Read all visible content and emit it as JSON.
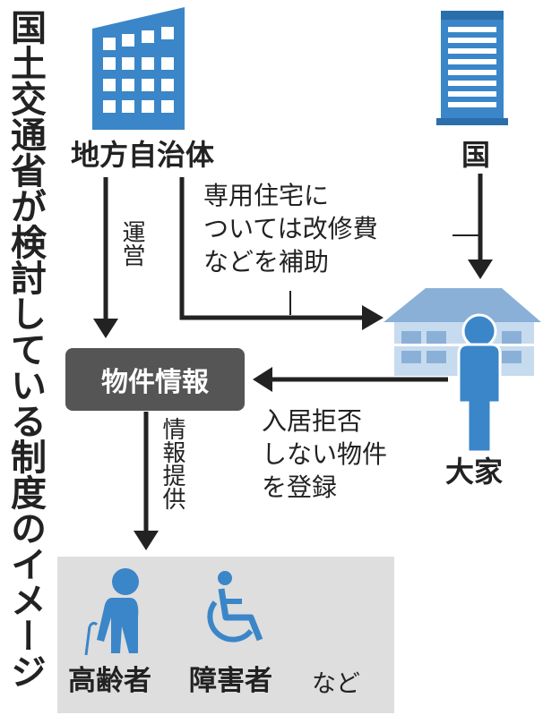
{
  "title": "国土交通省が検討している制度のイメージ",
  "nodes": {
    "local_gov": "地方自治体",
    "national": "国",
    "property_info": "物件情報",
    "landlord": "大家",
    "elderly": "高齢者",
    "disabled": "障害者",
    "etc": "など"
  },
  "edges": {
    "operate": "運営",
    "subsidy_line1": "専用住宅に",
    "subsidy_line2": "ついては改修費",
    "subsidy_line3": "などを補助",
    "register_line1": "入居拒否",
    "register_line2": "しない物件",
    "register_line3": "を登録",
    "provide_info": "情報提供"
  },
  "colors": {
    "accent_blue": "#3a86c8",
    "dark_gray": "#555555",
    "panel_gray": "#dedede",
    "arrow": "#222222"
  }
}
